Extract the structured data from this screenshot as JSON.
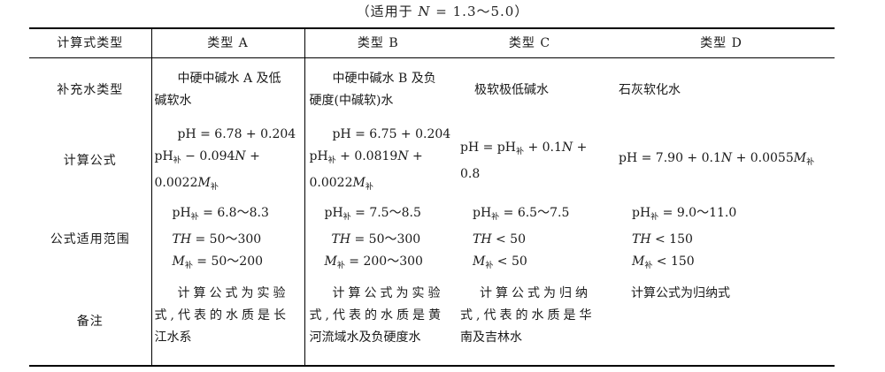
{
  "caption": {
    "prefix": "（适用于 ",
    "var": "N",
    "suffix": " = 1.3～5.0）"
  },
  "table": {
    "headers": [
      "计算式类型",
      "类型 A",
      "类型 B",
      "类型 C",
      "类型 D"
    ],
    "rows": [
      {
        "label": "补充水类型",
        "a": [
          "中硬中碱水 A 及低",
          "碱软水"
        ],
        "b": [
          "中硬中碱水 B 及负",
          "硬度(中碱软)水"
        ],
        "c": [
          "极软极低碱水"
        ],
        "d": [
          "石灰软化水"
        ]
      },
      {
        "label": "计算公式",
        "a": [
          "pH = 6.78 + 0.204",
          "pH补 − 0.094N +",
          "0.0022M补"
        ],
        "b": [
          "pH = 6.75 + 0.204",
          "pH补 + 0.0819N +",
          "0.0022M补"
        ],
        "c": [
          "pH = pH补 + 0.1N +",
          "0.8"
        ],
        "d": [
          "pH = 7.90 + 0.1N + 0.0055M补"
        ]
      },
      {
        "label": "公式适用范围",
        "a": [
          "pH补 = 6.8～8.3",
          "TH = 50～300",
          "M补 = 50～200"
        ],
        "b": [
          "pH补 = 7.5～8.5",
          "TH = 50～300",
          "M补 = 200～300"
        ],
        "c": [
          "pH补 = 6.5～7.5",
          "TH < 50",
          "M补 < 50"
        ],
        "d": [
          "pH补 = 9.0～11.0",
          "TH < 150",
          "M补 < 150"
        ]
      },
      {
        "label": "备注",
        "a": [
          "计算公式为实验",
          "式,代表的水质是长",
          "江水系"
        ],
        "b": [
          "计算公式为实验",
          "式,代表的水质是黄",
          "河流域水及负硬度水"
        ],
        "c": [
          "计算公式为归纳",
          "式,代表的水质是华",
          "南及吉林水"
        ],
        "d": [
          "计算公式为归纳式"
        ]
      }
    ],
    "formula_parts": {
      "a_formula": {
        "l1": "pH = 6.78 + 0.204",
        "l2_pre": "pH",
        "sub": "补",
        "l2_post": " − 0.094",
        "N": "N",
        "l2_end": " +",
        "l3_pre": "0.0022",
        "M": "M"
      },
      "b_formula": {
        "l1": "pH = 6.75 + 0.204",
        "l2_pre": "pH",
        "sub": "补",
        "l2_post": " + 0.0819",
        "N": "N",
        "l2_end": " +",
        "l3_pre": "0.0022",
        "M": "M"
      },
      "c_formula": {
        "l1_pre": "pH = pH",
        "sub": "补",
        "l1_post": " + 0.1",
        "N": "N",
        "l1_end": " +",
        "l2": "0.8"
      },
      "d_formula": {
        "pre": "pH = 7.90 + 0.1",
        "N": "N",
        "mid": " + 0.0055",
        "M": "M",
        "sub": "补"
      },
      "ranges": {
        "a": {
          "ph": " = 6.8～8.3",
          "th": " = 50～300",
          "m": " = 50～200"
        },
        "b": {
          "ph": " = 7.5～8.5",
          "th": " = 50～300",
          "m": " = 200～300"
        },
        "c": {
          "ph": " = 6.5～7.5",
          "th": " < 50",
          "m": " < 50"
        },
        "d": {
          "ph": " = 9.0～11.0",
          "th": " < 150",
          "m": " < 150"
        }
      },
      "ph": "pH",
      "th": "TH",
      "m": "M",
      "sub": "补"
    }
  }
}
